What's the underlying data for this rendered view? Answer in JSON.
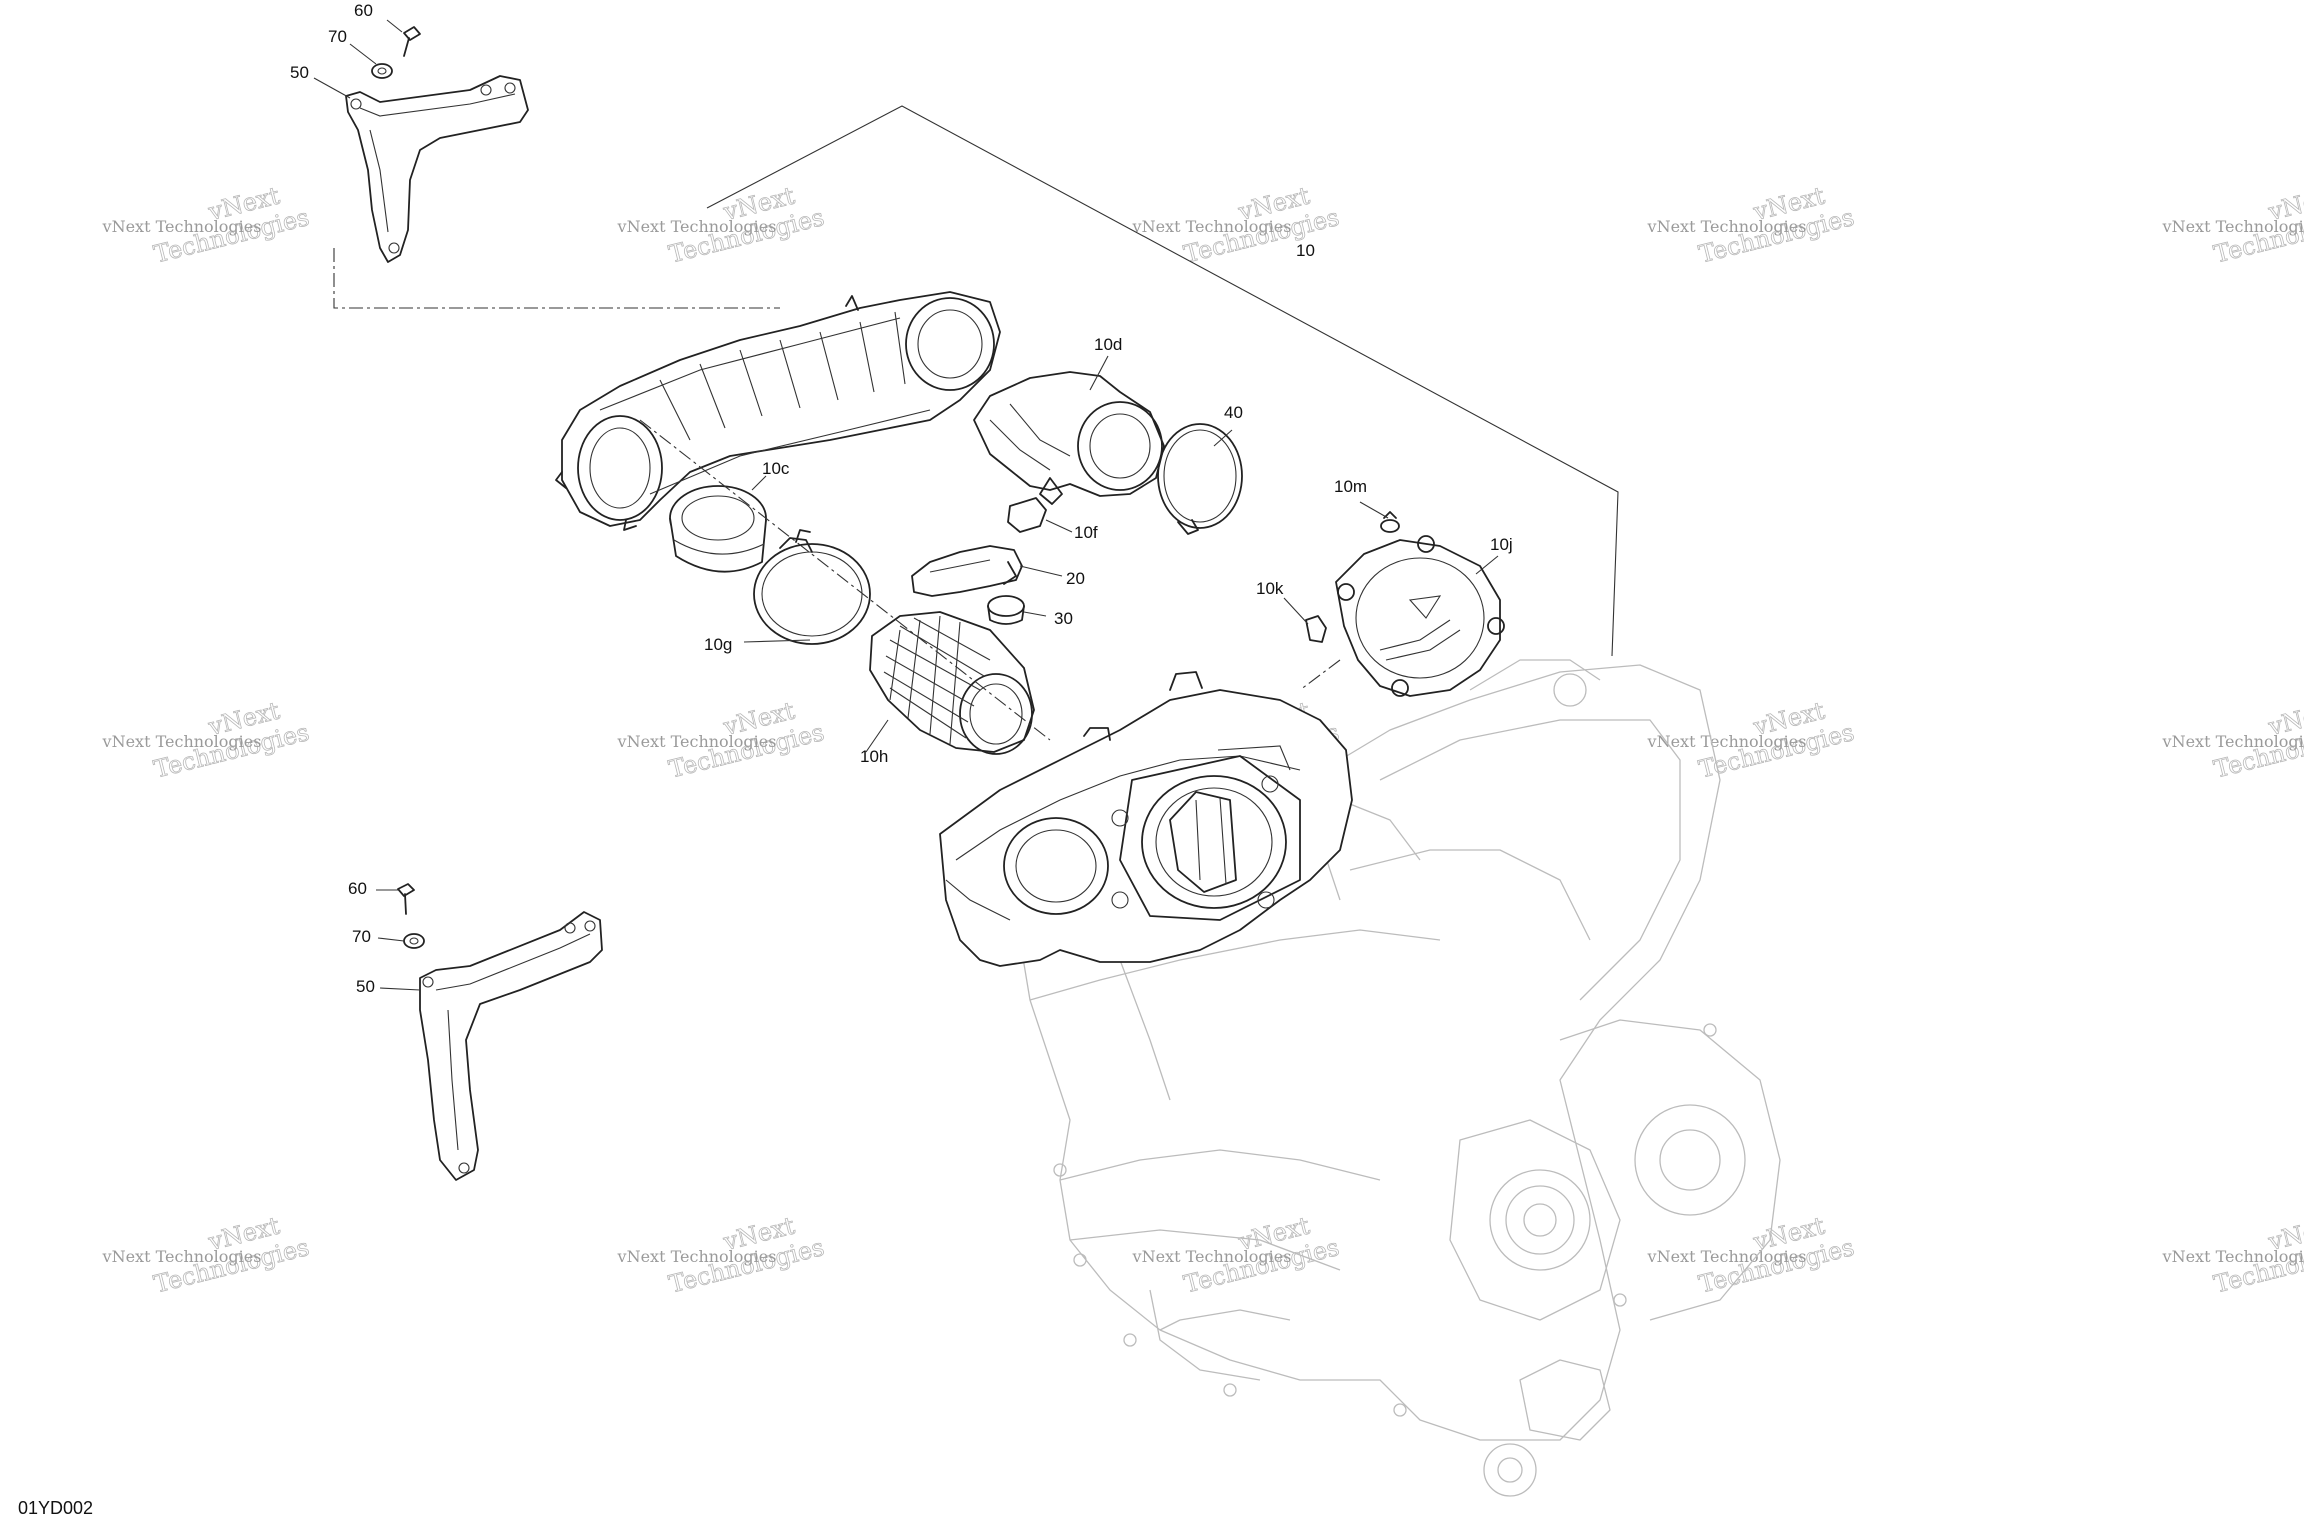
{
  "diagram": {
    "figure_code": "01YD002",
    "callouts": [
      {
        "id": "c60a",
        "label": "60"
      },
      {
        "id": "c70a",
        "label": "70"
      },
      {
        "id": "c50a",
        "label": "50"
      },
      {
        "id": "c10d",
        "label": "10d"
      },
      {
        "id": "c10",
        "label": "10"
      },
      {
        "id": "c40",
        "label": "40"
      },
      {
        "id": "c10c",
        "label": "10c"
      },
      {
        "id": "c10f",
        "label": "10f"
      },
      {
        "id": "c20",
        "label": "20"
      },
      {
        "id": "c30",
        "label": "30"
      },
      {
        "id": "c10m",
        "label": "10m"
      },
      {
        "id": "c10j",
        "label": "10j"
      },
      {
        "id": "c10k",
        "label": "10k"
      },
      {
        "id": "c10g",
        "label": "10g"
      },
      {
        "id": "c10h",
        "label": "10h"
      },
      {
        "id": "c60b",
        "label": "60"
      },
      {
        "id": "c70b",
        "label": "70"
      },
      {
        "id": "c50b",
        "label": "50"
      }
    ],
    "watermark": {
      "line1": "vNext Technologies",
      "line2": "vNext",
      "line3": "Technologies"
    }
  }
}
